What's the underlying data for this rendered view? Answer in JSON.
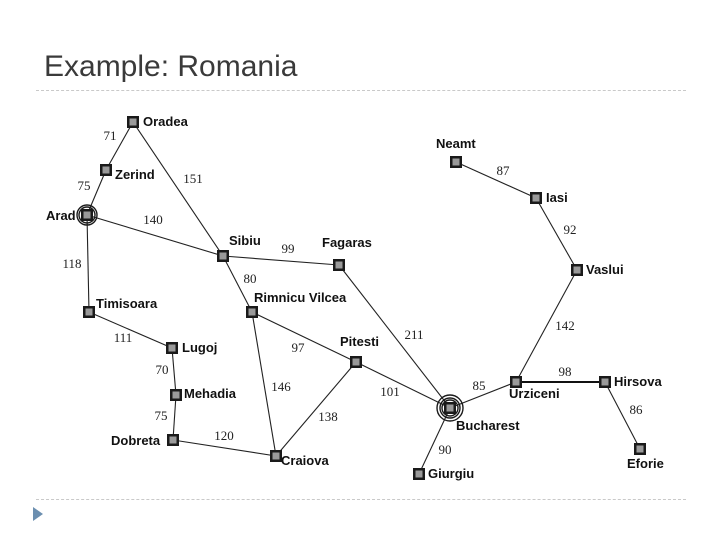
{
  "slide": {
    "title": "Example: Romania"
  },
  "map": {
    "cities": [
      {
        "id": "oradea",
        "name": "Oradea"
      },
      {
        "id": "zerind",
        "name": "Zerind"
      },
      {
        "id": "arad",
        "name": "Arad",
        "highlight": true
      },
      {
        "id": "timisoara",
        "name": "Timisoara"
      },
      {
        "id": "lugoj",
        "name": "Lugoj"
      },
      {
        "id": "mehadia",
        "name": "Mehadia"
      },
      {
        "id": "dobreta",
        "name": "Dobreta"
      },
      {
        "id": "craiova",
        "name": "Craiova"
      },
      {
        "id": "sibiu",
        "name": "Sibiu"
      },
      {
        "id": "rimnicu",
        "name": "Rimnicu Vilcea"
      },
      {
        "id": "fagaras",
        "name": "Fagaras"
      },
      {
        "id": "pitesti",
        "name": "Pitesti"
      },
      {
        "id": "bucharest",
        "name": "Bucharest",
        "highlight": true
      },
      {
        "id": "giurgiu",
        "name": "Giurgiu"
      },
      {
        "id": "urziceni",
        "name": "Urziceni"
      },
      {
        "id": "hirsova",
        "name": "Hirsova"
      },
      {
        "id": "eforie",
        "name": "Eforie"
      },
      {
        "id": "vaslui",
        "name": "Vaslui"
      },
      {
        "id": "iasi",
        "name": "Iasi"
      },
      {
        "id": "neamt",
        "name": "Neamt"
      }
    ],
    "roads": [
      {
        "from": "oradea",
        "to": "zerind",
        "distance": "71"
      },
      {
        "from": "zerind",
        "to": "arad",
        "distance": "75"
      },
      {
        "from": "oradea",
        "to": "sibiu",
        "distance": "151"
      },
      {
        "from": "arad",
        "to": "sibiu",
        "distance": "140"
      },
      {
        "from": "arad",
        "to": "timisoara",
        "distance": "118"
      },
      {
        "from": "timisoara",
        "to": "lugoj",
        "distance": "111"
      },
      {
        "from": "lugoj",
        "to": "mehadia",
        "distance": "70"
      },
      {
        "from": "mehadia",
        "to": "dobreta",
        "distance": "75"
      },
      {
        "from": "dobreta",
        "to": "craiova",
        "distance": "120"
      },
      {
        "from": "sibiu",
        "to": "fagaras",
        "distance": "99"
      },
      {
        "from": "sibiu",
        "to": "rimnicu",
        "distance": "80"
      },
      {
        "from": "rimnicu",
        "to": "pitesti",
        "distance": "97"
      },
      {
        "from": "rimnicu",
        "to": "craiova",
        "distance": "146"
      },
      {
        "from": "craiova",
        "to": "pitesti",
        "distance": "138"
      },
      {
        "from": "fagaras",
        "to": "bucharest",
        "distance": "211"
      },
      {
        "from": "pitesti",
        "to": "bucharest",
        "distance": "101"
      },
      {
        "from": "bucharest",
        "to": "giurgiu",
        "distance": "90"
      },
      {
        "from": "bucharest",
        "to": "urziceni",
        "distance": "85"
      },
      {
        "from": "urziceni",
        "to": "hirsova",
        "distance": "98"
      },
      {
        "from": "hirsova",
        "to": "eforie",
        "distance": "86"
      },
      {
        "from": "urziceni",
        "to": "vaslui",
        "distance": "142"
      },
      {
        "from": "vaslui",
        "to": "iasi",
        "distance": "92"
      },
      {
        "from": "iasi",
        "to": "neamt",
        "distance": "87"
      }
    ]
  }
}
